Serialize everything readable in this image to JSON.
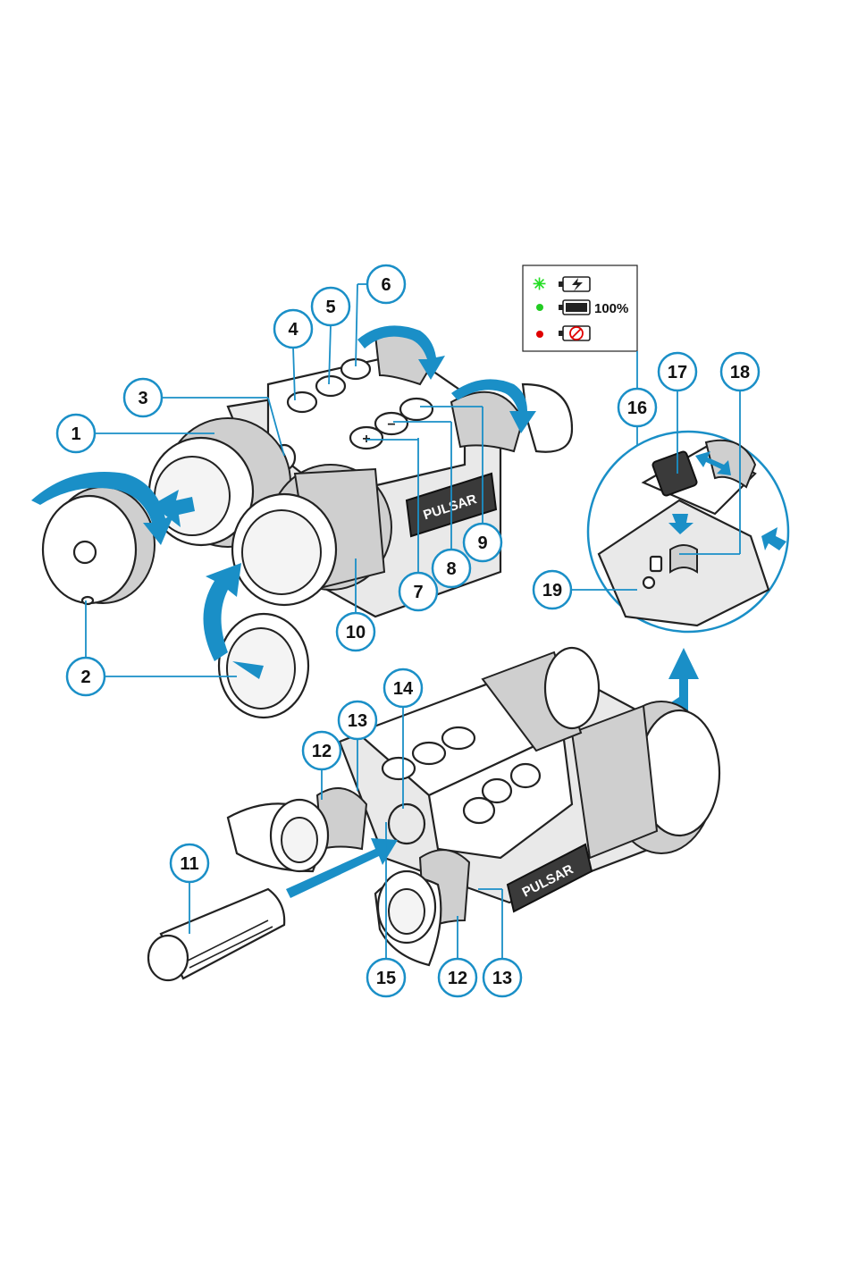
{
  "brand_label": "PULSAR",
  "colors": {
    "accent_blue": "#1a8fc7",
    "line": "#222222",
    "charging_green": "#22dd22",
    "charged_green": "#22cc22",
    "error_red": "#e00000"
  },
  "legend": {
    "items": [
      {
        "indicator": "blinking-green-star",
        "icon": "battery-charging-icon",
        "text": ""
      },
      {
        "indicator": "green-dot",
        "icon": "battery-full-icon",
        "text": "100%"
      },
      {
        "indicator": "red-dot",
        "icon": "battery-error-icon",
        "text": ""
      }
    ]
  },
  "callouts": [
    {
      "id": "c1",
      "label": "1"
    },
    {
      "id": "c2",
      "label": "2"
    },
    {
      "id": "c3",
      "label": "3"
    },
    {
      "id": "c4",
      "label": "4"
    },
    {
      "id": "c5",
      "label": "5"
    },
    {
      "id": "c6",
      "label": "6"
    },
    {
      "id": "c7",
      "label": "7"
    },
    {
      "id": "c8",
      "label": "8"
    },
    {
      "id": "c9",
      "label": "9"
    },
    {
      "id": "c10",
      "label": "10"
    },
    {
      "id": "c11",
      "label": "11"
    },
    {
      "id": "c12a",
      "label": "12"
    },
    {
      "id": "c13a",
      "label": "13"
    },
    {
      "id": "c14",
      "label": "14"
    },
    {
      "id": "c12b",
      "label": "12"
    },
    {
      "id": "c13b",
      "label": "13"
    },
    {
      "id": "c15",
      "label": "15"
    },
    {
      "id": "c16",
      "label": "16"
    },
    {
      "id": "c17",
      "label": "17"
    },
    {
      "id": "c18",
      "label": "18"
    },
    {
      "id": "c19",
      "label": "19"
    }
  ]
}
